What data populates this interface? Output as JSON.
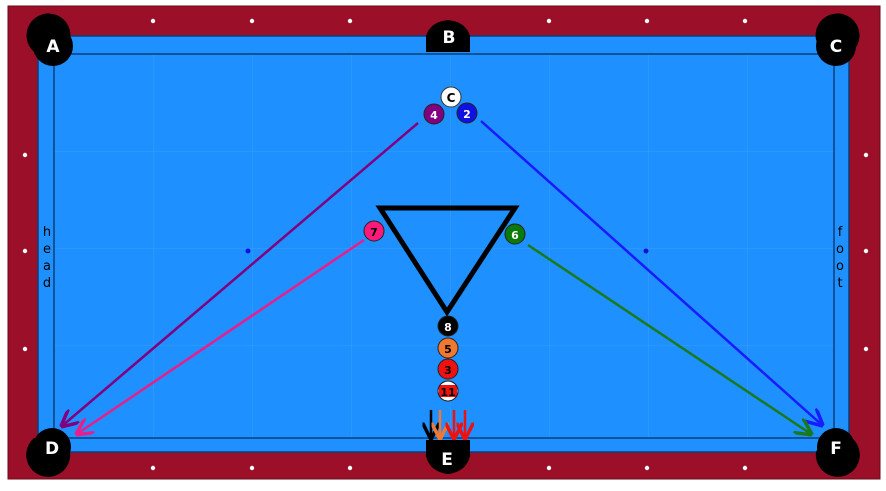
{
  "pockets": [
    {
      "label": "A"
    },
    {
      "label": "B"
    },
    {
      "label": "C"
    },
    {
      "label": "D"
    },
    {
      "label": "E"
    },
    {
      "label": "F"
    }
  ],
  "rail_labels": {
    "head": [
      "h",
      "e",
      "a",
      "d"
    ],
    "foot": [
      "f",
      "o",
      "o",
      "t"
    ]
  },
  "balls": [
    {
      "label": "C",
      "color": "#ffffff",
      "stripe": false
    },
    {
      "label": "4",
      "color": "#800080",
      "stripe": false
    },
    {
      "label": "2",
      "color": "#1010e0",
      "stripe": false
    },
    {
      "label": "7",
      "color": "#ff1a7a",
      "stripe": false
    },
    {
      "label": "6",
      "color": "#0a7a0a",
      "stripe": false
    },
    {
      "label": "8",
      "color": "#000000",
      "stripe": false
    },
    {
      "label": "5",
      "color": "#f07830",
      "stripe": false
    },
    {
      "label": "3",
      "color": "#ee1111",
      "stripe": false
    },
    {
      "label": "11",
      "color": "#ee1111",
      "stripe": true
    }
  ],
  "shot_colors": {
    "ball_4": "#800080",
    "ball_2": "#1a1aff",
    "ball_7": "#e81e8c",
    "ball_6": "#1a7a1a",
    "black": "#000000",
    "orange": "#f07830",
    "red": "#ee1111"
  },
  "colors": {
    "rail": "#9b1028",
    "cloth": "#1e90ff",
    "diamond": "#ffffff",
    "triangle": "#000000"
  }
}
